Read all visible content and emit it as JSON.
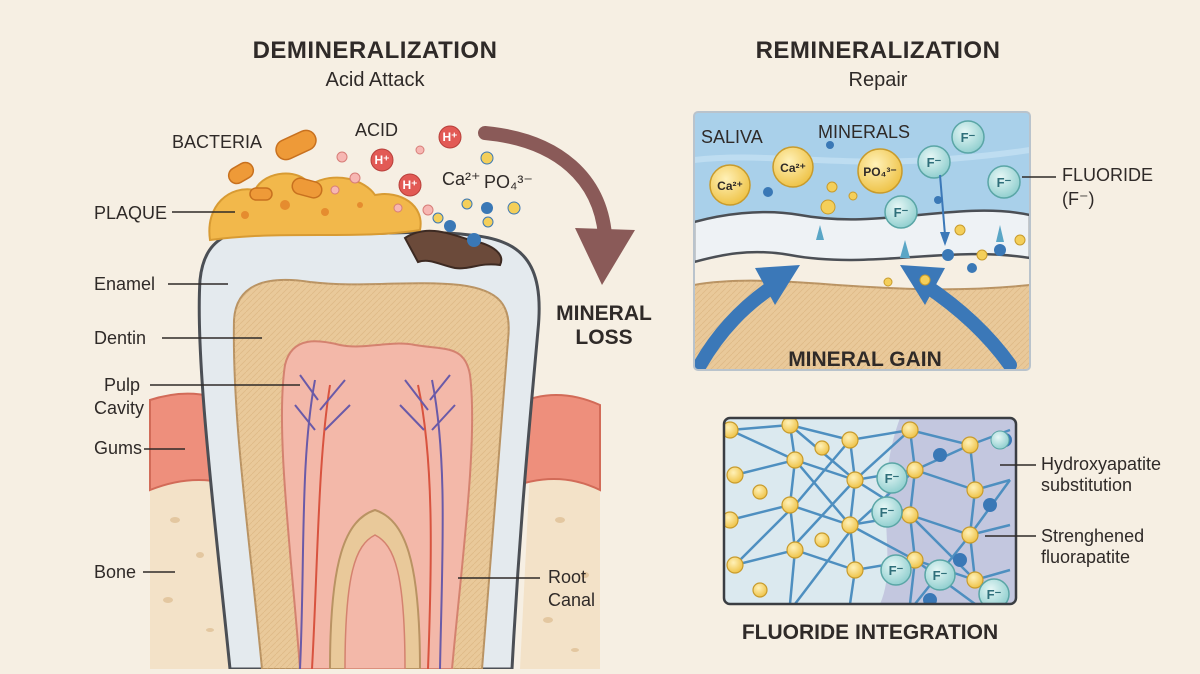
{
  "left_panel": {
    "title": "DEMINERALIZATION",
    "subtitle": "Acid Attack",
    "labels": {
      "bacteria": "BACTERIA",
      "acid": "ACID",
      "plaque": "PLAQUE",
      "enamel": "Enamel",
      "dentin": "Dentin",
      "pulp_line1": "Pulp",
      "pulp_line2": "Cavity",
      "gums": "Gums",
      "bone": "Bone",
      "root_line1": "Root",
      "root_line2": "Canal",
      "mineral_loss_line1": "MINERAL",
      "mineral_loss_line2": "LOSS"
    },
    "ions": {
      "h": "H⁺",
      "ca": "Ca²⁺",
      "po4": "PO₄³⁻"
    }
  },
  "right_top_panel": {
    "title": "REMINERALIZATION",
    "subtitle": "Repair",
    "labels": {
      "saliva": "SALIVA",
      "minerals": "MINERALS",
      "fluoride_line1": "FLUORIDE",
      "fluoride_line2": "(F⁻)",
      "mineral_gain": "MINERAL GAIN"
    },
    "ions": {
      "ca": "Ca²⁺",
      "po4": "PO₄³⁻",
      "f": "F⁻"
    }
  },
  "right_bottom_panel": {
    "title": "FLUORIDE INTEGRATION",
    "labels": {
      "hydroxy_line1": "Hydroxyapatite",
      "hydroxy_line2": "substitution",
      "fluor_line1": "Strenghened",
      "fluor_line2": "fluorapatite"
    },
    "ions": {
      "f": "F⁻"
    }
  },
  "colors": {
    "background": "#f6efe3",
    "enamel": "#e4eaee",
    "dentin": "#e9c99a",
    "pulp": "#f3b8a9",
    "gums": "#ee8f7c",
    "bone": "#f3e2c8",
    "plaque": "#f2b84b",
    "arrow_loss": "#8a5a58",
    "arrow_gain": "#3b78b8",
    "saliva": "#a9d0ea",
    "fluoride": "#bfe6e6",
    "calcium": "#f4cf5a"
  }
}
